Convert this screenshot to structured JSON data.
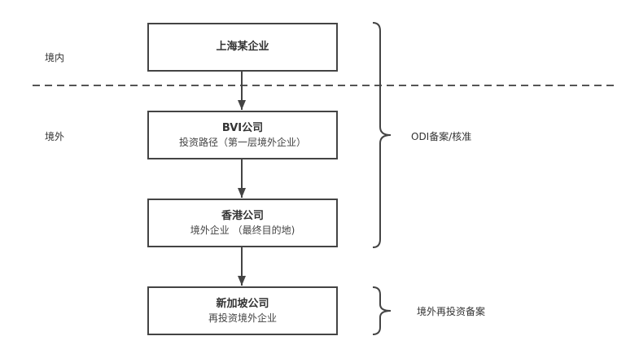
{
  "zones": {
    "domestic": "境内",
    "overseas": "境外"
  },
  "nodes": [
    {
      "title": "上海某企业",
      "subtitle": ""
    },
    {
      "title": "BVI公司",
      "subtitle": "投资路径（第一层境外企业）"
    },
    {
      "title": "香港公司",
      "subtitle": "境外企业 （最终目的地)"
    },
    {
      "title": "新加坡公司",
      "subtitle": "再投资境外企业"
    }
  ],
  "braces": [
    {
      "label": "ODI备案/核准"
    },
    {
      "label": "境外再投资备案"
    }
  ],
  "colors": {
    "stroke": "#444444",
    "text": "#333333"
  }
}
